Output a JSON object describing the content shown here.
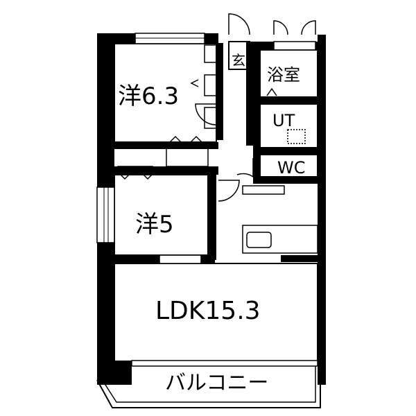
{
  "rooms": {
    "western1": "洋6.3",
    "western2": "洋5",
    "ldk": "LDK15.3",
    "entrance": "玄",
    "bath": "浴室",
    "utility": "UT",
    "toilet": "WC",
    "balcony": "バルコニー"
  },
  "colors": {
    "wall": "#000000",
    "background": "#ffffff"
  }
}
